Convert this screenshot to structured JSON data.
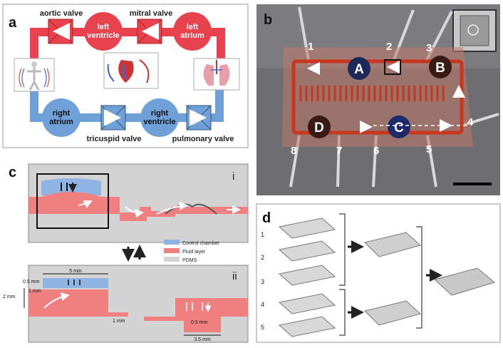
{
  "panels": {
    "a": {
      "letter": "a",
      "labels": {
        "aortic_valve": "aortic valve",
        "mitral_valve": "mitral valve",
        "left_ventricle_1": "left",
        "left_ventricle_2": "ventricle",
        "left_atrium_1": "left",
        "left_atrium_2": "atrium",
        "right_atrium_1": "right",
        "right_atrium_2": "atrium",
        "right_ventricle_1": "right",
        "right_ventricle_2": "ventricle",
        "tricuspid_valve": "tricuspid valve",
        "pulmonary_valve": "pulmonary valve"
      },
      "colors": {
        "red": "#e8424f",
        "blue": "#6fa0d8"
      }
    },
    "b": {
      "letter": "b",
      "port_numbers": [
        "1",
        "2",
        "3",
        "4",
        "5",
        "6",
        "7",
        "8"
      ],
      "chamber_labels": [
        "A",
        "B",
        "C",
        "D"
      ]
    },
    "c": {
      "letter": "c",
      "sub_i": "i",
      "sub_ii": "ii",
      "legend": [
        "Control chamber",
        "Fluid layer",
        "PDMS"
      ],
      "legend_colors": [
        "#8fb4e3",
        "#f08080",
        "#d3d3d3"
      ],
      "dims": {
        "d5mm": "5 mm",
        "d05mm_top": "0.5 mm",
        "d1mm_left": "1 mm",
        "d2mm": "2 mm",
        "d1mm_bottom": "1 mm",
        "d05mm_bottom": "0.5 mm",
        "d35mm": "3.5 mm"
      }
    },
    "d": {
      "letter": "d",
      "layers": [
        "1",
        "2",
        "3",
        "4",
        "5"
      ]
    }
  }
}
